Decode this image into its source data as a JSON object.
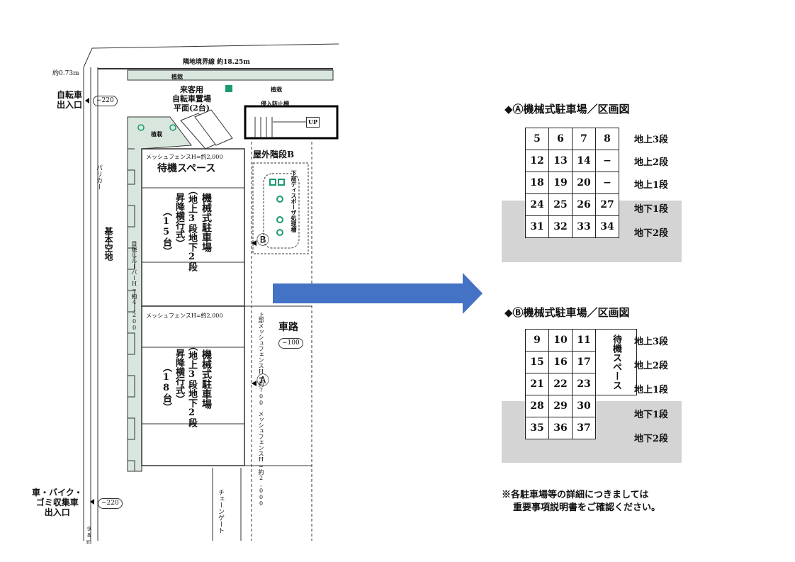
{
  "plan": {
    "boundary": "隣地境界線  約18.25m",
    "dim_073": "約0.73m",
    "bike_entrance": "自転車\n出入口",
    "level_220a": "−220",
    "level_220b": "−220",
    "planting1": "植栽",
    "planting2": "植栽",
    "planting3": "植栽",
    "guest_bike": "来客用\n自転車置場\n平面(2台)",
    "fence_intrusion": "侵入防止柵",
    "up": "UP",
    "outdoor_stair": "屋外階段B",
    "mesh_fence_top": "メッシュフェンスH=約2,000",
    "waiting_space": "待機スペース",
    "mech_parking_b": "機械式駐車場",
    "mech_parking_b_sub": "（地上3段地下2段",
    "mech_parking_b_sub2": "昇降横行式）",
    "mech_parking_b_count": "（15台）",
    "marker_b": "Ⓑ",
    "disposer": "下部ディスポーザ処理槽",
    "parika": "パリカー",
    "kihon_kuchi": "基本空地",
    "louver": "目隠しルーバーH=約4,200",
    "mesh_fence_mid": "メッシュフェンスH=約2,000",
    "upper_mesh": "上部メッシュフェンスH=約700",
    "road": "車路",
    "level_100": "−100",
    "mech_parking_a": "機械式駐車場",
    "mech_parking_a_sub": "（地上3段地下2段",
    "mech_parking_a_sub2": "昇降横行式）",
    "mech_parking_a_count": "（18台）",
    "marker_a": "Ⓐ",
    "mesh_fence_low": "メッシュフェンスH=約2,000",
    "car_entrance": "車・バイク・\nゴミ収集車\n出入口",
    "chain_gate": "チェーンゲート",
    "dim_98": "98m"
  },
  "arrow_color": "#4472c4",
  "section_a": {
    "title": "◆Ⓐ機械式駐車場／区画図",
    "rows": [
      [
        "5",
        "6",
        "7",
        "8"
      ],
      [
        "12",
        "13",
        "14",
        "−"
      ],
      [
        "18",
        "19",
        "20",
        "−"
      ],
      [
        "24",
        "25",
        "26",
        "27"
      ],
      [
        "31",
        "32",
        "33",
        "34"
      ]
    ],
    "levels": [
      "地上3段",
      "地上2段",
      "地上1段",
      "地下1段",
      "地下2段"
    ]
  },
  "section_b": {
    "title": "◆Ⓑ機械式駐車場／区画図",
    "rows": [
      [
        "9",
        "10",
        "11"
      ],
      [
        "15",
        "16",
        "17"
      ],
      [
        "21",
        "22",
        "23"
      ],
      [
        "28",
        "29",
        "30"
      ],
      [
        "35",
        "36",
        "37"
      ]
    ],
    "waiting": "待機スペース",
    "levels": [
      "地上3段",
      "地上2段",
      "地上1段",
      "地下1段",
      "地下2段"
    ]
  },
  "note": {
    "line1": "※各駐車場等の詳細につきましては",
    "line2": "重要事項説明書をご確認ください。"
  }
}
